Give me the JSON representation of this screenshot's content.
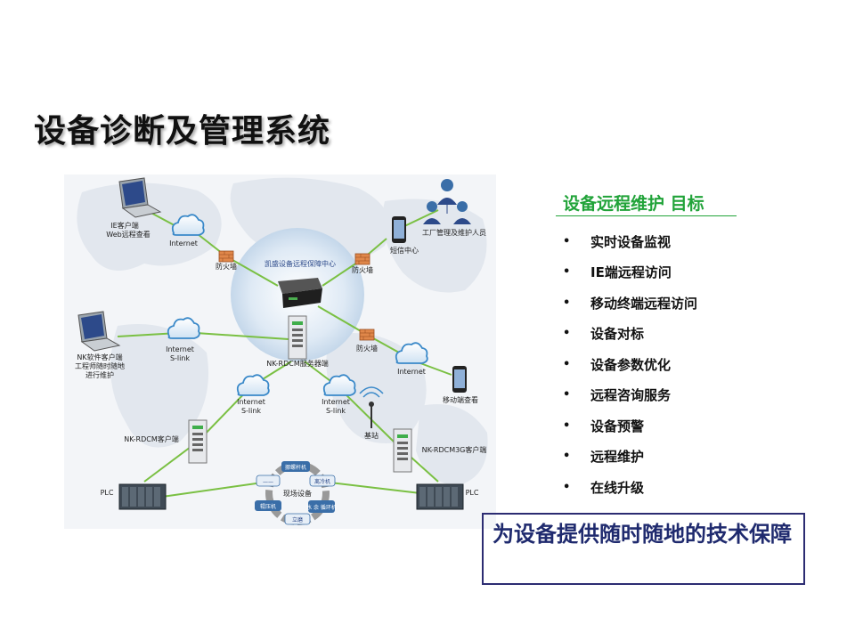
{
  "title": "设备诊断及管理系统",
  "goals": {
    "heading": "设备远程维护 目标",
    "bullet": "•",
    "items": [
      "实时设备监视",
      "IE端远程访问",
      "移动终端远程访问",
      "设备对标",
      "设备参数优化",
      "远程咨询服务",
      "设备预警",
      "远程维护",
      "在线升级"
    ]
  },
  "slogan": "为设备提供随时随地的技术保障",
  "diagram": {
    "ie_client_line1": "IE客户端",
    "ie_client_line2": "Web远程查看",
    "internet": "Internet",
    "firewall": "防火墙",
    "center": "凯盛设备远程保障中心",
    "sms_center": "短信中心",
    "factory_staff": "工厂管理及维护人员",
    "nk_software_line1": "NK软件客户端",
    "nk_software_line2": "工程师随时随地",
    "nk_software_line3": "进行维护",
    "slink": "S-link",
    "rdcm_server": "NK-RDCM服务器端",
    "mobile_view": "移动端查看",
    "base_station": "基站",
    "rdcm_client": "NK-RDCM客户端",
    "rdcm3g_client": "NK-RDCM3G客户端",
    "plc": "PLC",
    "field_equipment": "现场设备",
    "equip_top": "挪螺杆机",
    "equip_right": "离冷机",
    "equip_rbottom": "水 余 循环机",
    "equip_bottom": "立磨",
    "equip_left": "辊压机",
    "equip_ltop": "——"
  },
  "colors": {
    "accent_green": "#21a339",
    "link_green": "#7ac043",
    "navy": "#2c2c72",
    "cloud_blue": "#3a89c9"
  }
}
